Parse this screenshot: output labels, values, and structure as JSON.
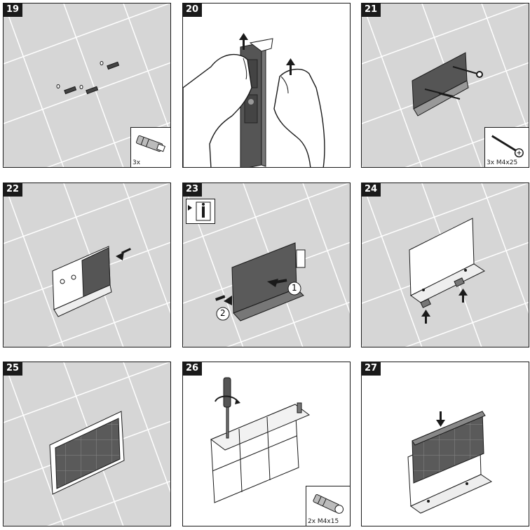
{
  "steps": [
    {
      "number": "19",
      "inset_label": "3x"
    },
    {
      "number": "20"
    },
    {
      "number": "21",
      "inset_label": "3x M4x25"
    },
    {
      "number": "22"
    },
    {
      "number": "23",
      "callouts": [
        "1",
        "2"
      ]
    },
    {
      "number": "24"
    },
    {
      "number": "25"
    },
    {
      "number": "26",
      "inset_label": "2x M4x15"
    },
    {
      "number": "27"
    }
  ],
  "icons": {
    "info": "info-icon",
    "arrow": "arrow-icon",
    "screw": "screw-icon",
    "wall-plug": "wall-plug-icon",
    "screwdriver": "screwdriver-icon"
  },
  "colors": {
    "tile_bg": "#d6d6d6",
    "grout": "#ffffff",
    "ink": "#1a1a1a",
    "dark_part": "#555555"
  }
}
